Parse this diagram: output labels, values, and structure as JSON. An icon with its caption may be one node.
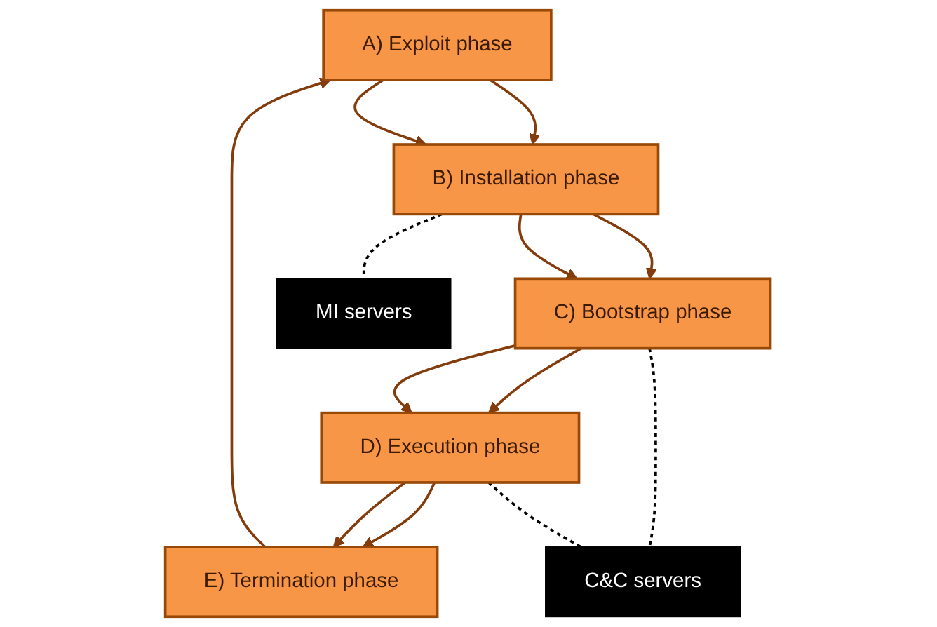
{
  "diagram": {
    "nodes": [
      {
        "text": [
          "A) Exploit phase"
        ]
      },
      {
        "text": [
          "B) Installation phase"
        ]
      },
      {
        "text": [
          "C) Bootstrap phase"
        ]
      },
      {
        "text": [
          "D) Execution phase"
        ]
      },
      {
        "text": [
          "E) Termination phase"
        ]
      },
      {
        "text": [
          "MI servers"
        ]
      },
      {
        "text": [
          "C&C servers"
        ]
      }
    ],
    "edges": [
      {
        "from": 0,
        "to": 1,
        "arrow": "to"
      },
      {
        "from": 0,
        "to": 1,
        "arrow": "to"
      },
      {
        "from": 1,
        "to": 2,
        "arrow": "to"
      },
      {
        "from": 1,
        "to": 2,
        "arrow": "to"
      },
      {
        "from": 2,
        "to": 3,
        "arrow": "to"
      },
      {
        "from": 2,
        "to": 3,
        "arrow": "to"
      },
      {
        "from": 3,
        "to": 4,
        "arrow": "to"
      },
      {
        "from": 3,
        "to": 4,
        "arrow": "to"
      },
      {
        "from": 4,
        "to": 0,
        "arrow": "to"
      },
      {
        "from": 1,
        "to": 5,
        "arrow": "none",
        "style": "dashed",
        "color": "#000000"
      },
      {
        "from": 2,
        "to": 6,
        "arrow": "none",
        "style": "dashed",
        "color": "#000000"
      },
      {
        "from": 3,
        "to": 6,
        "arrow": "none",
        "style": "dashed",
        "color": "#000000"
      }
    ]
  }
}
